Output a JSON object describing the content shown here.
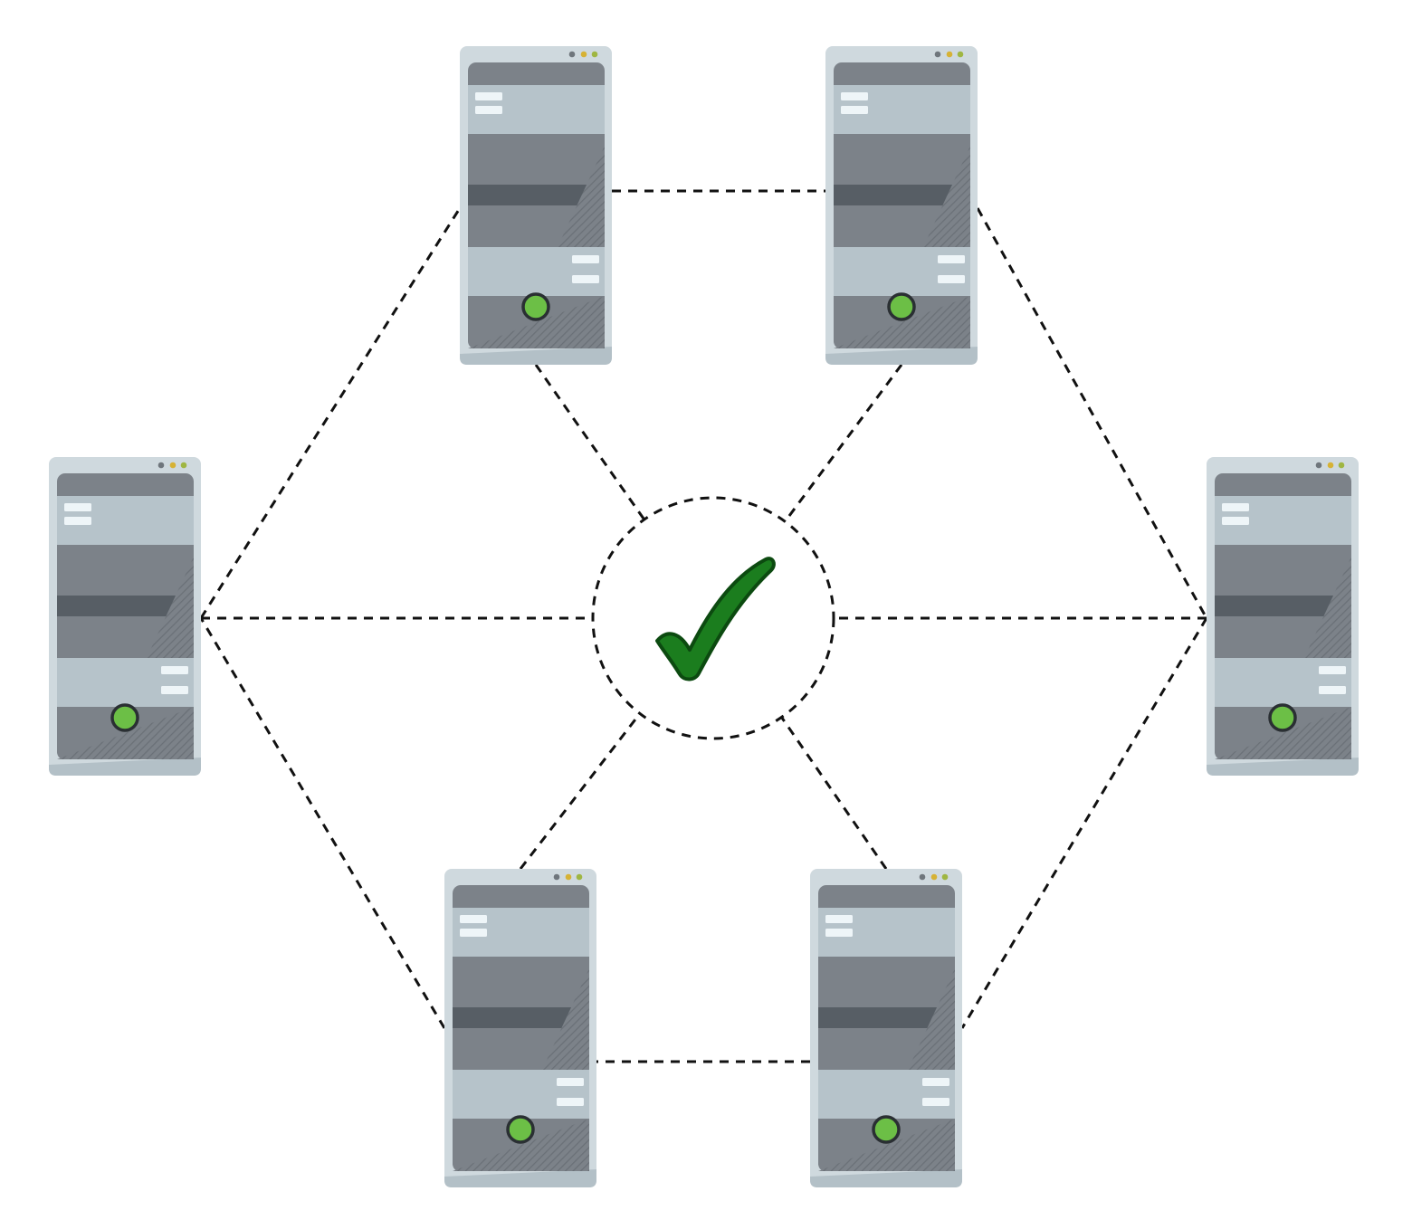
{
  "colors": {
    "background": "#ffffff",
    "link": "#111111",
    "check_fill": "#1b7d1e",
    "check_stroke": "#0c4a10",
    "server_casing": "#cfd9de",
    "server_casing_edge": "#b3c0c7",
    "server_dark": "#7c8289",
    "server_light": "#b6c3ca",
    "server_band": "#575e65",
    "server_slot": "#eef5f8",
    "power_led": "#6cbf46",
    "led_gray": "#6f767c",
    "led_amber": "#d6b235",
    "led_olive": "#9fb642"
  },
  "hub": {
    "icon": "checkmark-icon",
    "ring": "dashed"
  },
  "nodes": [
    {
      "id": "server-top-left",
      "status": "online"
    },
    {
      "id": "server-top-right",
      "status": "online"
    },
    {
      "id": "server-left",
      "status": "online"
    },
    {
      "id": "server-right",
      "status": "online"
    },
    {
      "id": "server-bottom-left",
      "status": "online"
    },
    {
      "id": "server-bottom-right",
      "status": "online"
    }
  ],
  "links": [
    {
      "from": "server-top-left",
      "to": "server-top-right"
    },
    {
      "from": "server-top-right",
      "to": "server-right"
    },
    {
      "from": "server-right",
      "to": "server-bottom-right"
    },
    {
      "from": "server-bottom-right",
      "to": "server-bottom-left"
    },
    {
      "from": "server-bottom-left",
      "to": "server-left"
    },
    {
      "from": "server-left",
      "to": "server-top-left"
    },
    {
      "from": "server-top-left",
      "to": "hub"
    },
    {
      "from": "server-top-right",
      "to": "hub"
    },
    {
      "from": "server-left",
      "to": "hub"
    },
    {
      "from": "server-right",
      "to": "hub"
    },
    {
      "from": "server-bottom-left",
      "to": "hub"
    },
    {
      "from": "server-bottom-right",
      "to": "hub"
    }
  ]
}
